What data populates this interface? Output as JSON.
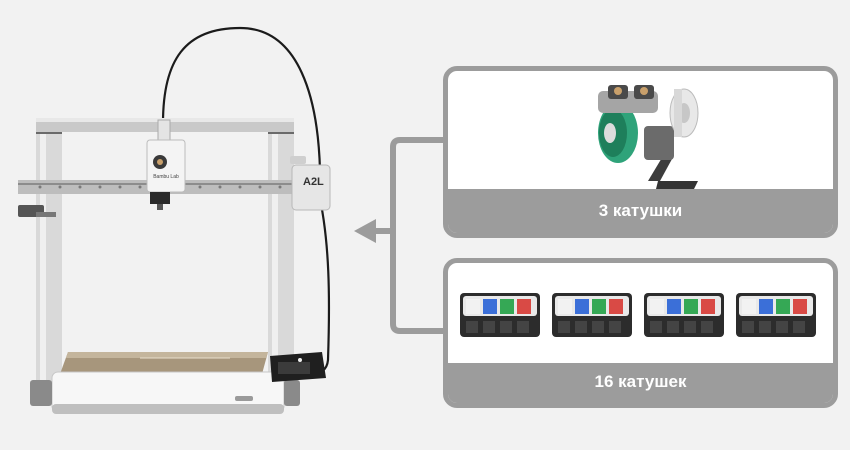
{
  "printer": {
    "toolhead_badge": "Bambu Lab",
    "model_badge": "A2L"
  },
  "options": [
    {
      "label": "3 катушки"
    },
    {
      "label": "16 катушек"
    }
  ],
  "colors": {
    "background": "#f2f2f2",
    "card_border": "#9c9c9c",
    "connector": "#9c9c9c",
    "filament_green": "#2fa37a",
    "spool_blue": "#3b6fd8",
    "spool_green": "#35a855",
    "spool_red": "#d94a45"
  },
  "icons": [
    "printer-image",
    "spool-holder-image",
    "ams-unit-image",
    "arrow-left-icon"
  ]
}
